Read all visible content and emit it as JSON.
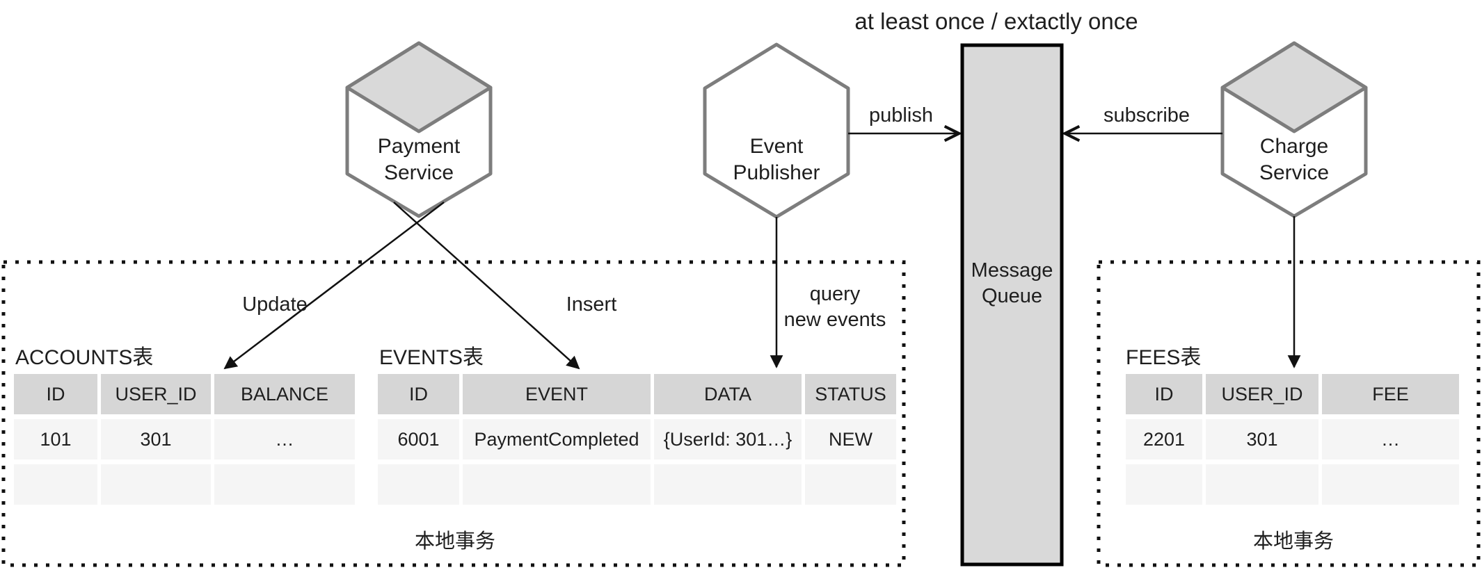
{
  "title": "at least once / extactly once",
  "nodes": {
    "payment_service": {
      "line1": "Payment",
      "line2": "Service"
    },
    "event_publisher": {
      "line1": "Event",
      "line2": "Publisher"
    },
    "charge_service": {
      "line1": "Charge",
      "line2": "Service"
    }
  },
  "message_queue": {
    "line1": "Message",
    "line2": "Queue"
  },
  "edges": {
    "update": "Update",
    "insert": "Insert",
    "publish": "publish",
    "subscribe": "subscribe",
    "query": {
      "line1": "query",
      "line2": "new events"
    }
  },
  "tables": {
    "accounts": {
      "title": "ACCOUNTS表",
      "columns": [
        "ID",
        "USER_ID",
        "BALANCE"
      ],
      "rows": [
        [
          "101",
          "301",
          "…"
        ],
        [
          "",
          "",
          ""
        ]
      ]
    },
    "events": {
      "title": "EVENTS表",
      "columns": [
        "ID",
        "EVENT",
        "DATA",
        "STATUS"
      ],
      "rows": [
        [
          "6001",
          "PaymentCompleted",
          "{UserId: 301…}",
          "NEW"
        ],
        [
          "",
          "",
          "",
          ""
        ]
      ]
    },
    "fees": {
      "title": "FEES表",
      "columns": [
        "ID",
        "USER_ID",
        "FEE"
      ],
      "rows": [
        [
          "2201",
          "301",
          "…"
        ],
        [
          "",
          "",
          ""
        ]
      ]
    }
  },
  "local_transaction_label": "本地事务",
  "colors": {
    "hexagon_stroke": "#7d7d7d",
    "cube_top_fill": "#d9d9d9",
    "queue_fill": "#d9d9d9",
    "queue_stroke": "#000000",
    "table_header_fill": "#d6d6d6",
    "table_row_fill": "#f5f5f5",
    "line": "#111111",
    "text": "#1e1e1e"
  }
}
